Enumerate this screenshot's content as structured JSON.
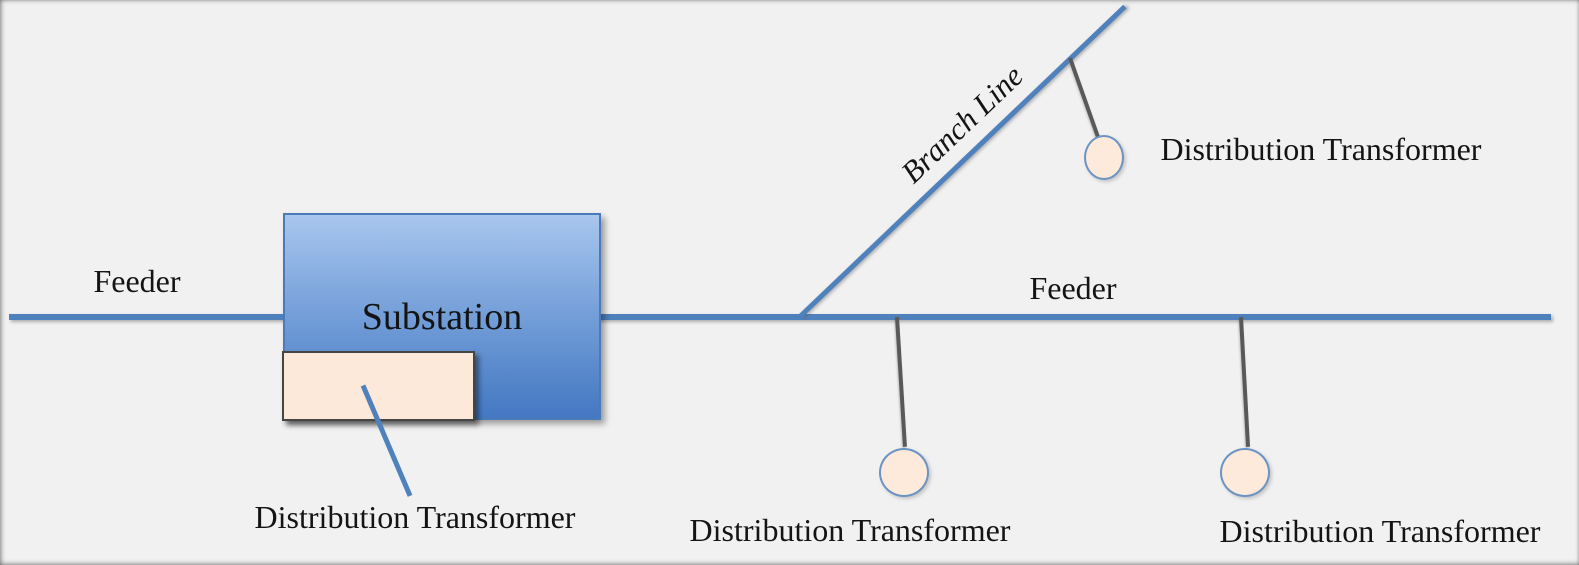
{
  "labels": {
    "feeder_left": "Feeder",
    "feeder_right": "Feeder",
    "substation": "Substation",
    "branch_line": "Branch Line",
    "transformer_substation": "Distribution Transformer",
    "transformer_branch": "Distribution Transformer",
    "transformer_feeder_mid": "Distribution Transformer",
    "transformer_feeder_right": "Distribution Transformer"
  },
  "colors": {
    "background": "#f1f1f1",
    "feeder_branch_line": "#4f81bd",
    "drop_line": "#595959",
    "transformer_node_fill": "#fdeada",
    "transformer_node_border": "#6b93c4",
    "substation_gradient_top": "#a8c6ee",
    "substation_gradient_bottom": "#4478c2",
    "substation_transformer_box_fill": "#fce9da",
    "text": "#141414"
  }
}
